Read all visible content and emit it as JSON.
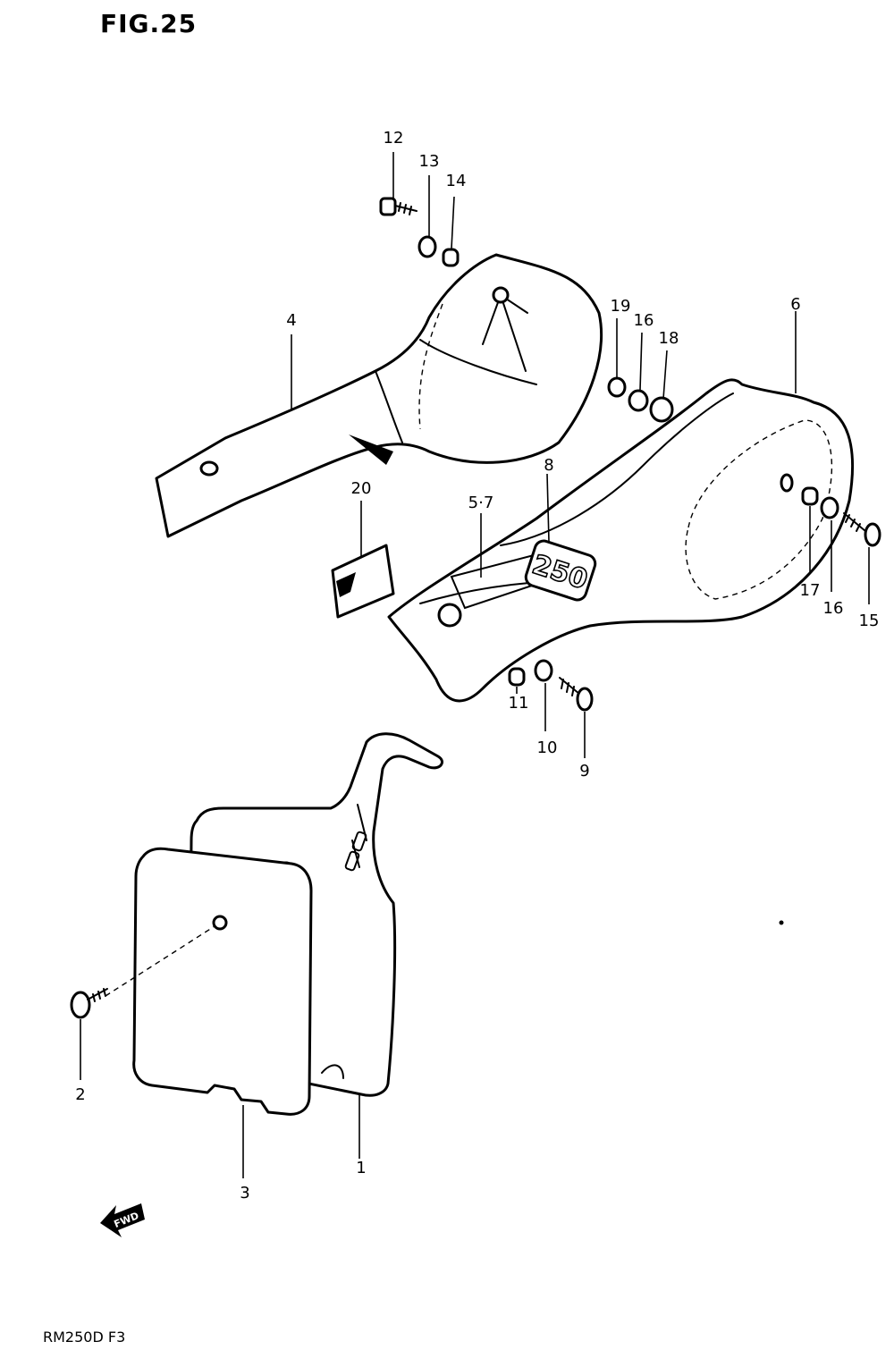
{
  "figure_title": "FIG.25",
  "footer_code": "RM250D  F3",
  "badge_text": "250",
  "forward_arrow_text": "FWD",
  "callouts": [
    "12",
    "13",
    "14",
    "4",
    "19",
    "16",
    "18",
    "6",
    "8",
    "20",
    "5·7",
    "17",
    "16",
    "15",
    "11",
    "10",
    "9",
    "2",
    "3",
    "1"
  ],
  "parts": {
    "side_cover_left": "4",
    "side_cover_right": "5·7",
    "emblem": "8",
    "number_plate": "1",
    "plate_sheet": "3",
    "right_cover_shell": "6",
    "label_sticker": "20"
  },
  "colors": {
    "ink": "#000000",
    "paper": "#ffffff"
  }
}
